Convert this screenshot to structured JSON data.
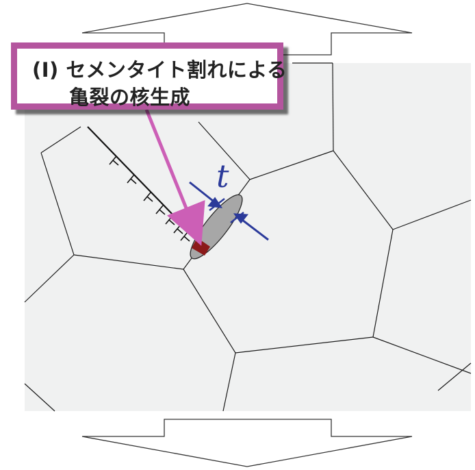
{
  "callout": {
    "line1": "(I) セメンタイト割れによる",
    "line2": "亀裂の核生成"
  },
  "thickness_label": "t",
  "colors": {
    "callout_border": "#b4559e",
    "arrow_magenta": "#cc5fb6",
    "thickness_arrows": "#2b3a9a",
    "grain_fill": "#f0f1f1",
    "crack": "#8b1a1a",
    "cementite": "#a7a7a7"
  }
}
